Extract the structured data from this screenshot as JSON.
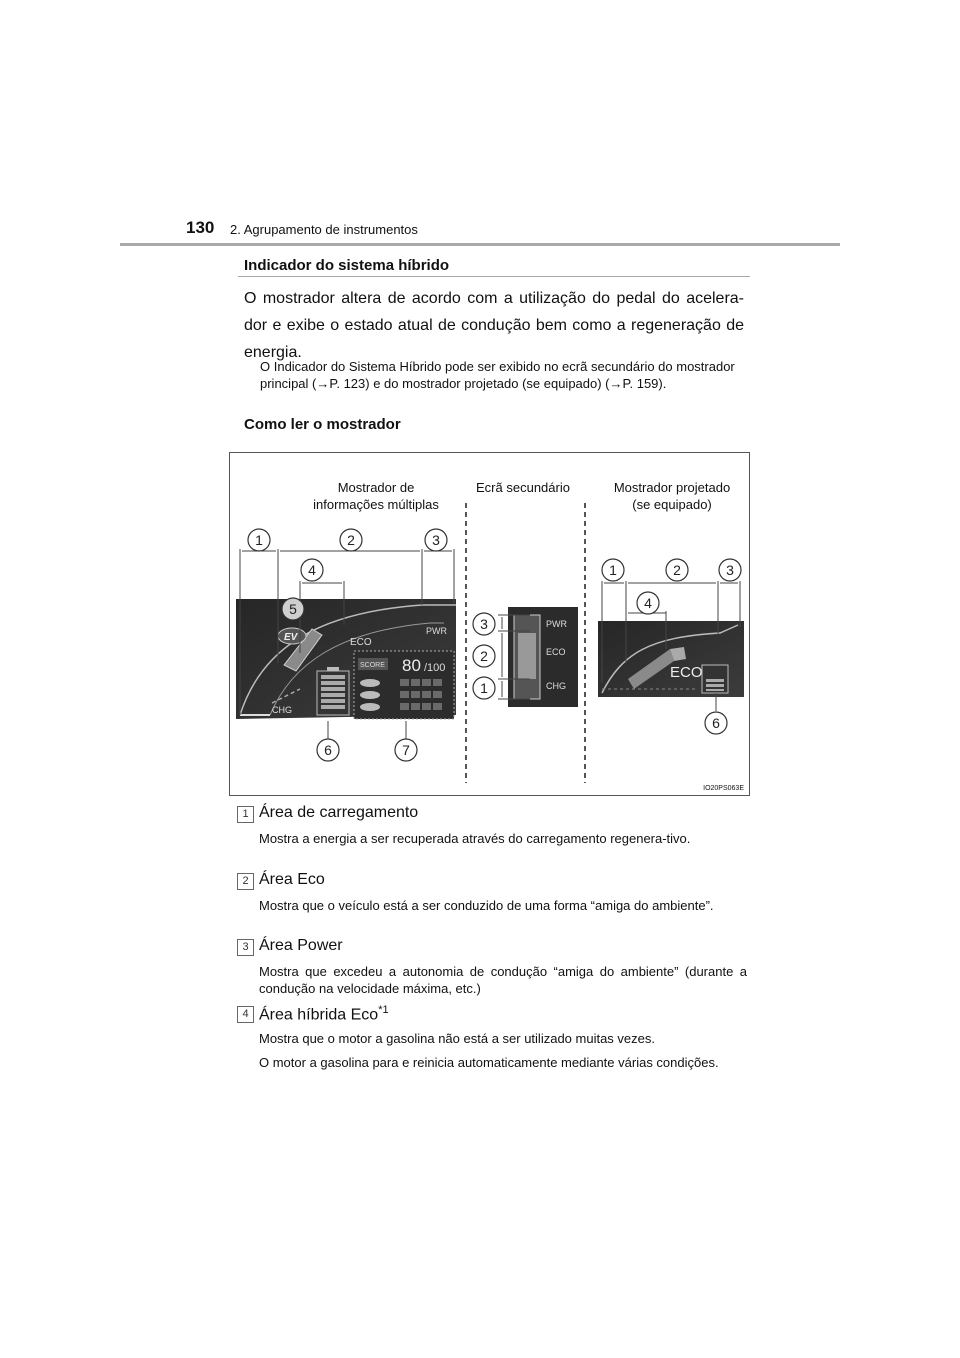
{
  "header": {
    "page_number": "130",
    "section": "2. Agrupamento de instrumentos"
  },
  "section": {
    "title": "Indicador do sistema híbrido",
    "body": "O mostrador altera de acordo com a utilização do pedal do acelera-dor e exibe o estado atual de condução bem como a regeneração de energia.",
    "note": "O Indicador do Sistema Híbrido pode ser exibido no ecrã secundário do mostrador principal (→P. 123) e do mostrador projetado (se equipado) (→P. 159).",
    "subtitle": "Como ler o mostrador"
  },
  "figure": {
    "label_multi_line1": "Mostrador de",
    "label_multi_line2": "informações múltiplas",
    "label_secondary": "Ecrã secundário",
    "label_projected_line1": "Mostrador projetado",
    "label_projected_line2": "(se equipado)",
    "code": "IO20PS063E",
    "screen_text": {
      "eco": "ECO",
      "pwr": "PWR",
      "chg": "CHG",
      "ev": "EV",
      "score_label": "SCORE",
      "score_value": "80",
      "score_max": "/100"
    },
    "callouts": [
      "1",
      "2",
      "3",
      "4",
      "5",
      "6",
      "7"
    ]
  },
  "items": [
    {
      "num": "1",
      "title": "Área de carregamento",
      "desc": [
        "Mostra a energia a ser recuperada através do carregamento regenera-tivo."
      ]
    },
    {
      "num": "2",
      "title": "Área Eco",
      "desc": [
        "Mostra que o veículo está a ser conduzido de uma forma “amiga do ambiente”."
      ]
    },
    {
      "num": "3",
      "title": "Área Power",
      "desc": [
        "Mostra que excedeu a autonomia de condução “amiga do ambiente” (durante a condução na velocidade máxima, etc.)"
      ]
    },
    {
      "num": "4",
      "title": "Área híbrida Eco",
      "sup": "*1",
      "desc": [
        "Mostra que o motor a gasolina não está a ser utilizado muitas vezes.",
        "O motor a gasolina para e reinicia automaticamente mediante várias condições."
      ]
    }
  ]
}
